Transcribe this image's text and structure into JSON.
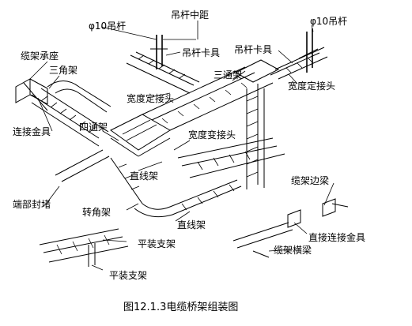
{
  "labels": {
    "rod_left": "φ10吊杆",
    "rod_spacing": "吊杆中距",
    "rod_right": "φ10吊杆",
    "clamp_left": "吊杆卡具",
    "clamp_right": "吊杆卡具",
    "tray_support": "缆架承座",
    "triangle_bracket": "三角架",
    "tee": "三通架",
    "width_joint_mid": "宽度定接头",
    "width_joint_right": "宽度定接头",
    "connector": "连接金具",
    "cross": "四通架",
    "reducer": "宽度变接头",
    "straight_mid": "直线架",
    "end_cap": "端部封堵",
    "corner": "转角架",
    "straight_bottom": "直线架",
    "edge_beam": "缆架边梁",
    "flat_bracket_1": "平装支架",
    "direct_connector": "直接连接金具",
    "cross_beam": "缆架横梁",
    "flat_bracket_2": "平装支架"
  },
  "caption": "图12.1.3电缆桥架组装图"
}
